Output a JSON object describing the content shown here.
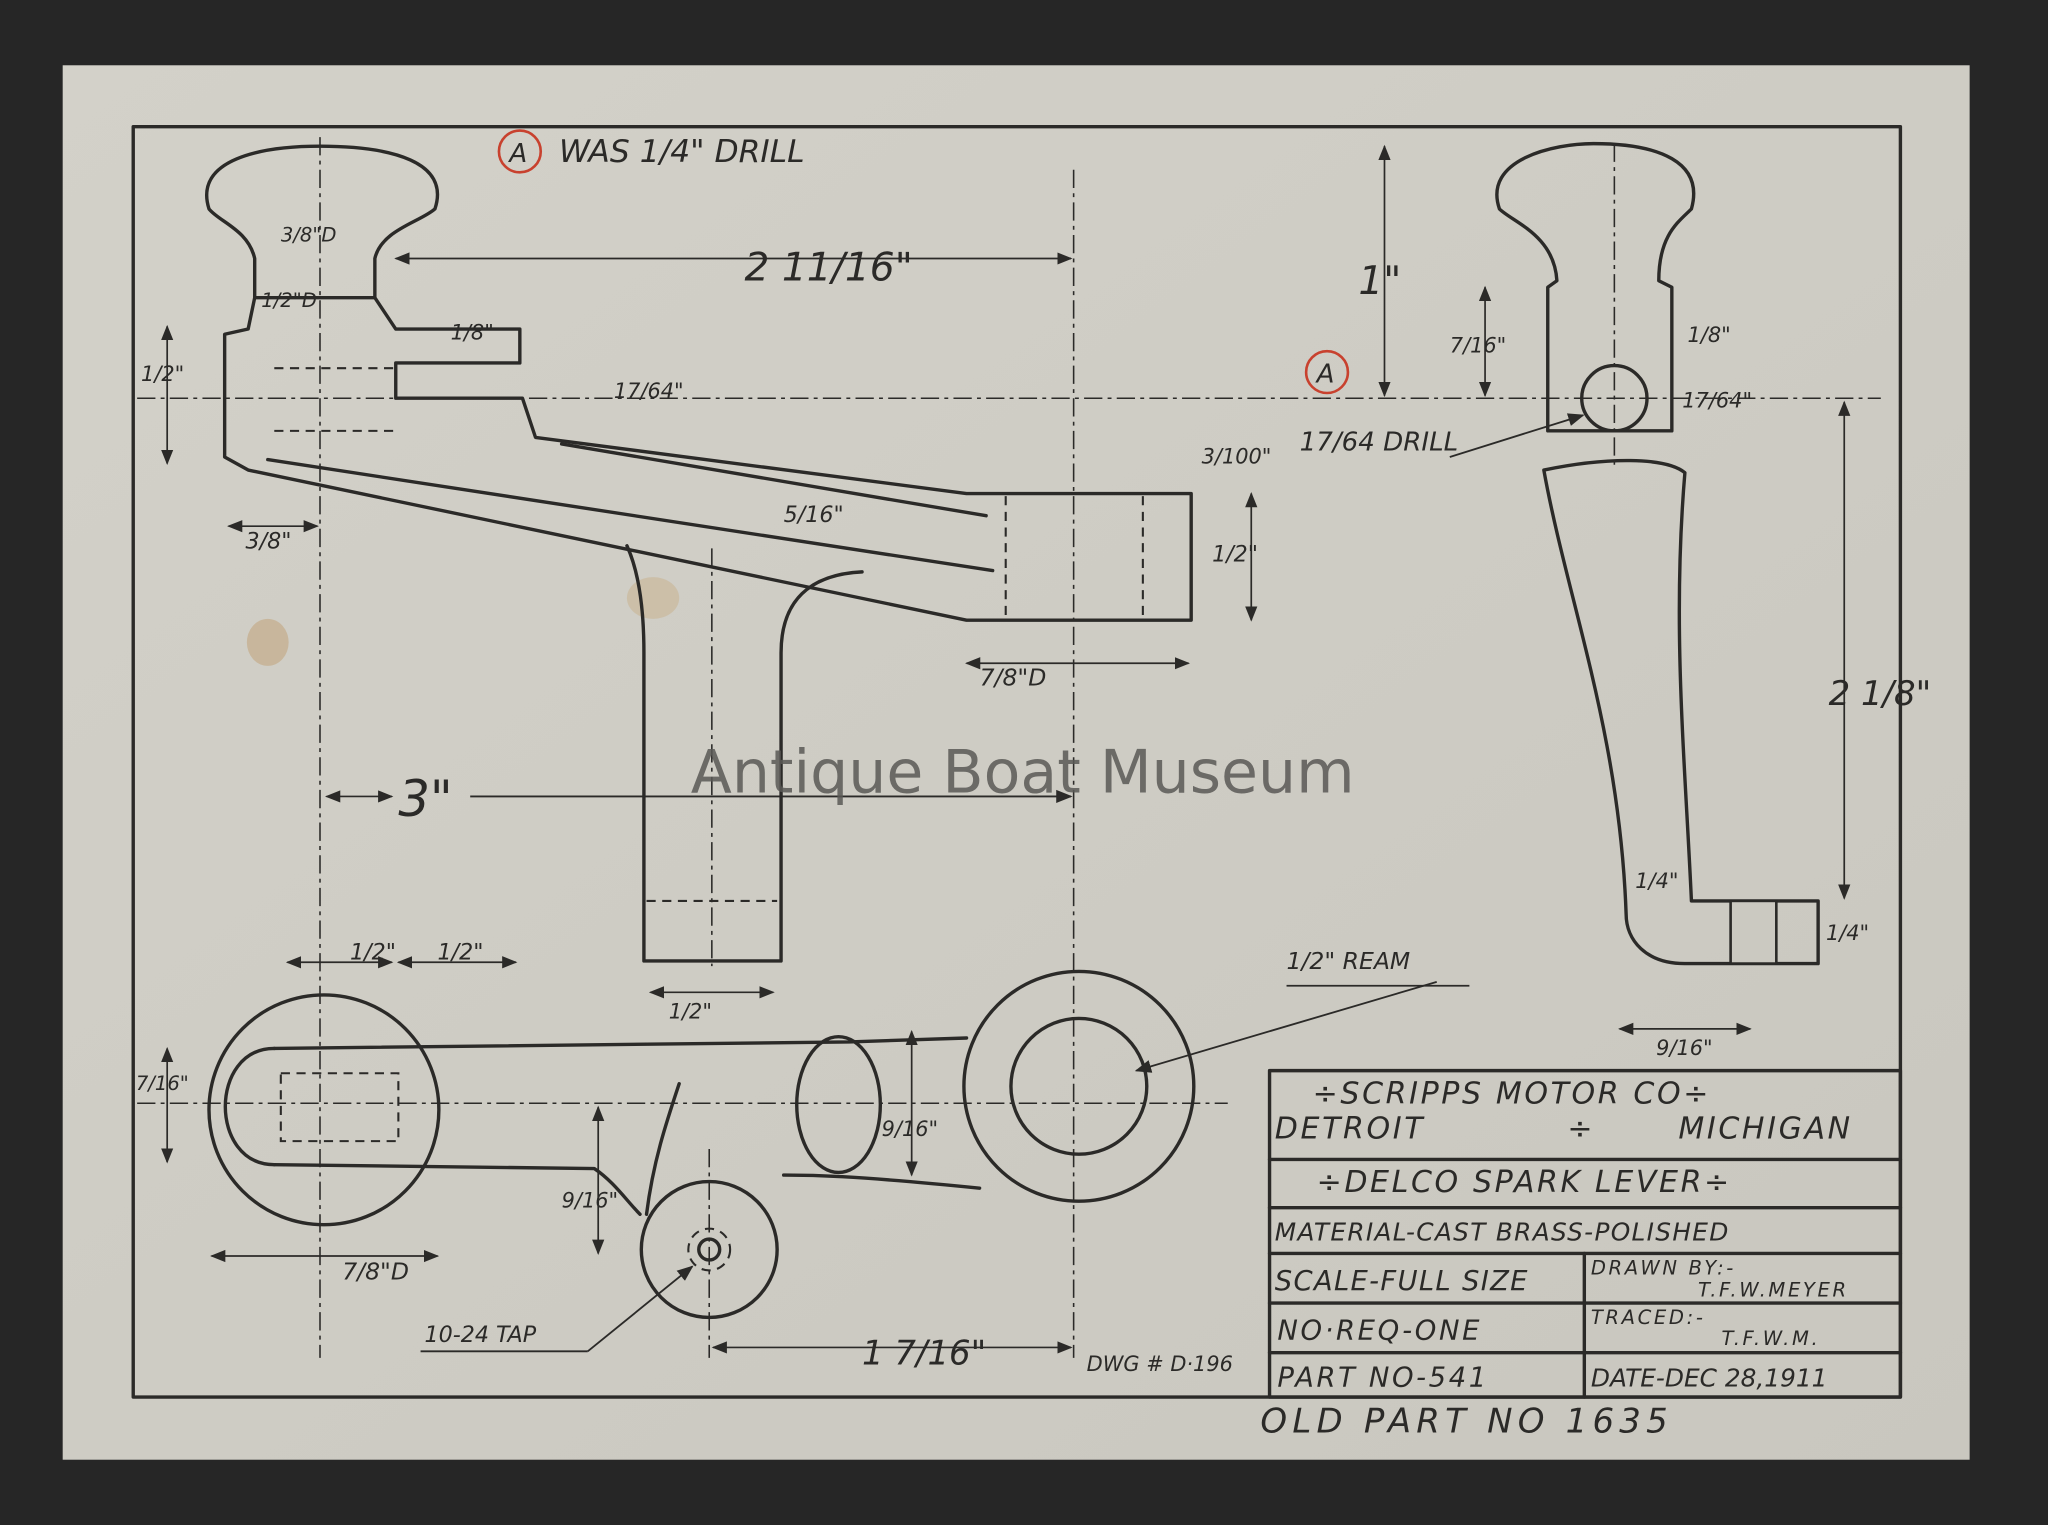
{
  "watermark": "Antique Boat Museum",
  "revision_note": {
    "marker": "A",
    "text": "WAS 1/4\" DRILL"
  },
  "drill_note": {
    "marker": "A",
    "text": "17/64 DRILL"
  },
  "dimensions": {
    "knob_dia": "3/8\"D",
    "neck_dia": "1/2\"D",
    "length_top": "2 11/16\"",
    "tab_thick": "1/8\"",
    "hole_offset": "17/64\"",
    "left_height": "1/2\"",
    "left_offset": "3/8\"",
    "arm_thick": "5/16\"",
    "boss_height": "1/2\"",
    "boss_depth": "3/100\"",
    "boss_dia": "7/8\"D",
    "overall_3": "3\"",
    "handle_width": "1/2\"",
    "right_1": "1\"",
    "right_7_16": "7/16\"",
    "right_1_8": "1/8\"",
    "right_17_64": "17/64\"",
    "right_2_1_8": "2 1/8\"",
    "right_1_4a": "1/4\"",
    "right_1_4b": "1/4\"",
    "right_9_16": "9/16\"",
    "bottom_1_2a": "1/2\"",
    "bottom_1_2b": "1/2\"",
    "bottom_7_16": "7/16\"",
    "bottom_7_8": "7/8\"D",
    "bottom_9_16a": "9/16\"",
    "bottom_9_16b": "9/16\"",
    "bottom_1_7_16": "1 7/16\"",
    "ream": "1/2\" REAM",
    "tap": "10-24 TAP",
    "dwg": "DWG # D·196"
  },
  "title_block": {
    "company": "÷SCRIPPS MOTOR CO÷",
    "city": "DETROIT",
    "divider": "÷",
    "state": "MICHIGAN",
    "part_name": "÷DELCO SPARK LEVER÷",
    "material": "MATERIAL-CAST BRASS-POLISHED",
    "scale": "SCALE-FULL SIZE",
    "drawn_label": "DRAWN BY:-",
    "drawn_by": "T.F.W.MEYER",
    "no_req": "NO·REQ-ONE",
    "traced_label": "TRACED:-",
    "traced_by": "T.F.W.M.",
    "part_no": "PART NO-541",
    "date": "DATE-DEC 28,1911",
    "old_part_no": "OLD PART NO 1635"
  },
  "colors": {
    "paper": "#cfcdc4",
    "ink": "#2b2a28",
    "revision": "#c8412e",
    "mat": "#262626"
  }
}
